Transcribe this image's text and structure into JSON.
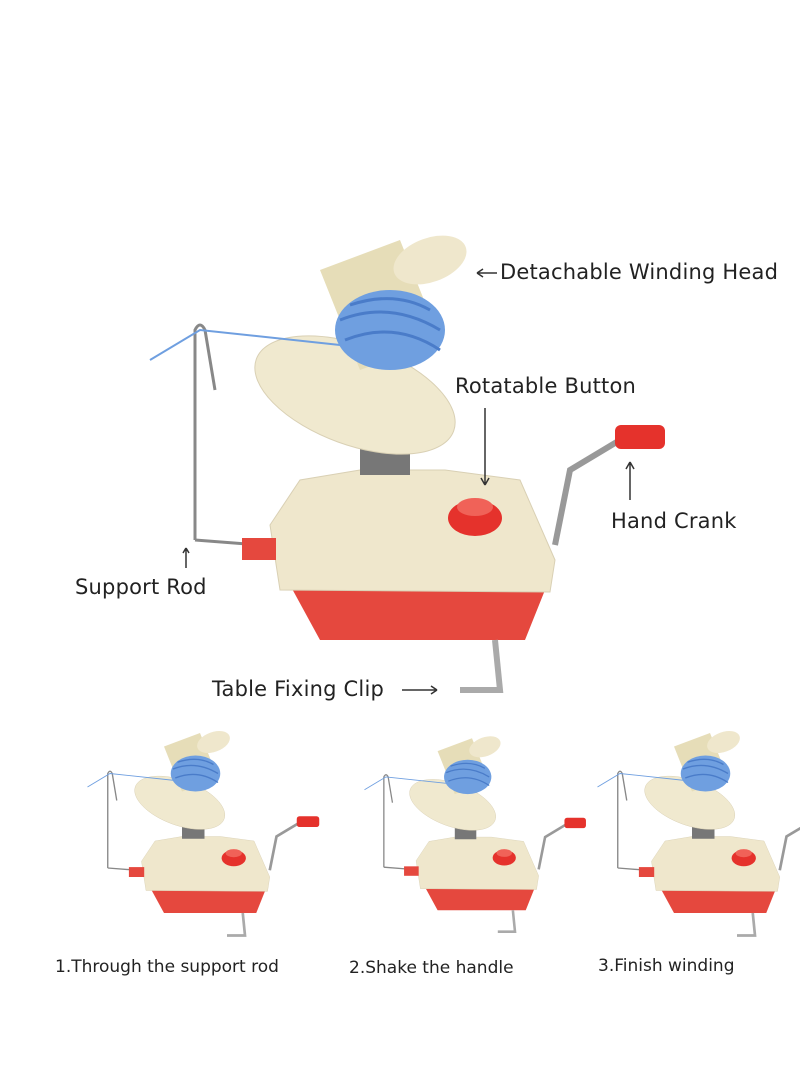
{
  "labels": {
    "winding_head": "Detachable Winding Head",
    "rotatable_button": "Rotatable Button",
    "hand_crank": "Hand Crank",
    "support_rod": "Support Rod",
    "table_clip": "Table Fixing Clip"
  },
  "steps": [
    {
      "caption": "1.Through the support rod"
    },
    {
      "caption": "2.Shake the handle"
    },
    {
      "caption": "3.Finish winding"
    }
  ],
  "colors": {
    "body": "#efe7cc",
    "base": "#e5483e",
    "yarn": "#6f9fe0",
    "metal": "#9a9a9a"
  }
}
